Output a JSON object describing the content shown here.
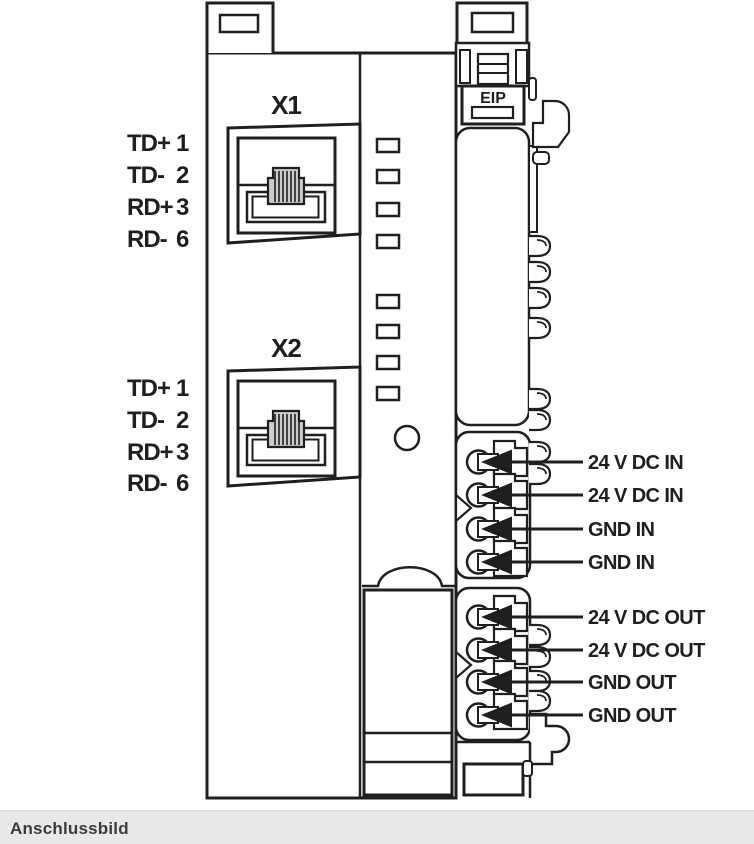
{
  "figure": {
    "caption": "Anschlussbild",
    "badge": "EIP",
    "ports": [
      {
        "name": "X1",
        "pins": [
          {
            "signal": "TD+",
            "number": "1"
          },
          {
            "signal": "TD-",
            "number": "2"
          },
          {
            "signal": "RD+",
            "number": "3"
          },
          {
            "signal": "RD-",
            "number": "6"
          }
        ]
      },
      {
        "name": "X2",
        "pins": [
          {
            "signal": "TD+",
            "number": "1"
          },
          {
            "signal": "TD-",
            "number": "2"
          },
          {
            "signal": "RD+",
            "number": "3"
          },
          {
            "signal": "RD-",
            "number": "6"
          }
        ]
      }
    ],
    "terminals": [
      {
        "label": "24 V DC IN"
      },
      {
        "label": "24 V DC IN"
      },
      {
        "label": "GND IN"
      },
      {
        "label": "GND IN"
      },
      {
        "label": "24 V DC OUT"
      },
      {
        "label": "24 V DC OUT"
      },
      {
        "label": "GND OUT"
      },
      {
        "label": "GND OUT"
      }
    ],
    "colors": {
      "line": "#1f1f1f",
      "caption_bg": "#e9e9e9",
      "caption_text": "#3c3c3c",
      "connector_fill": "#cccccc"
    }
  }
}
